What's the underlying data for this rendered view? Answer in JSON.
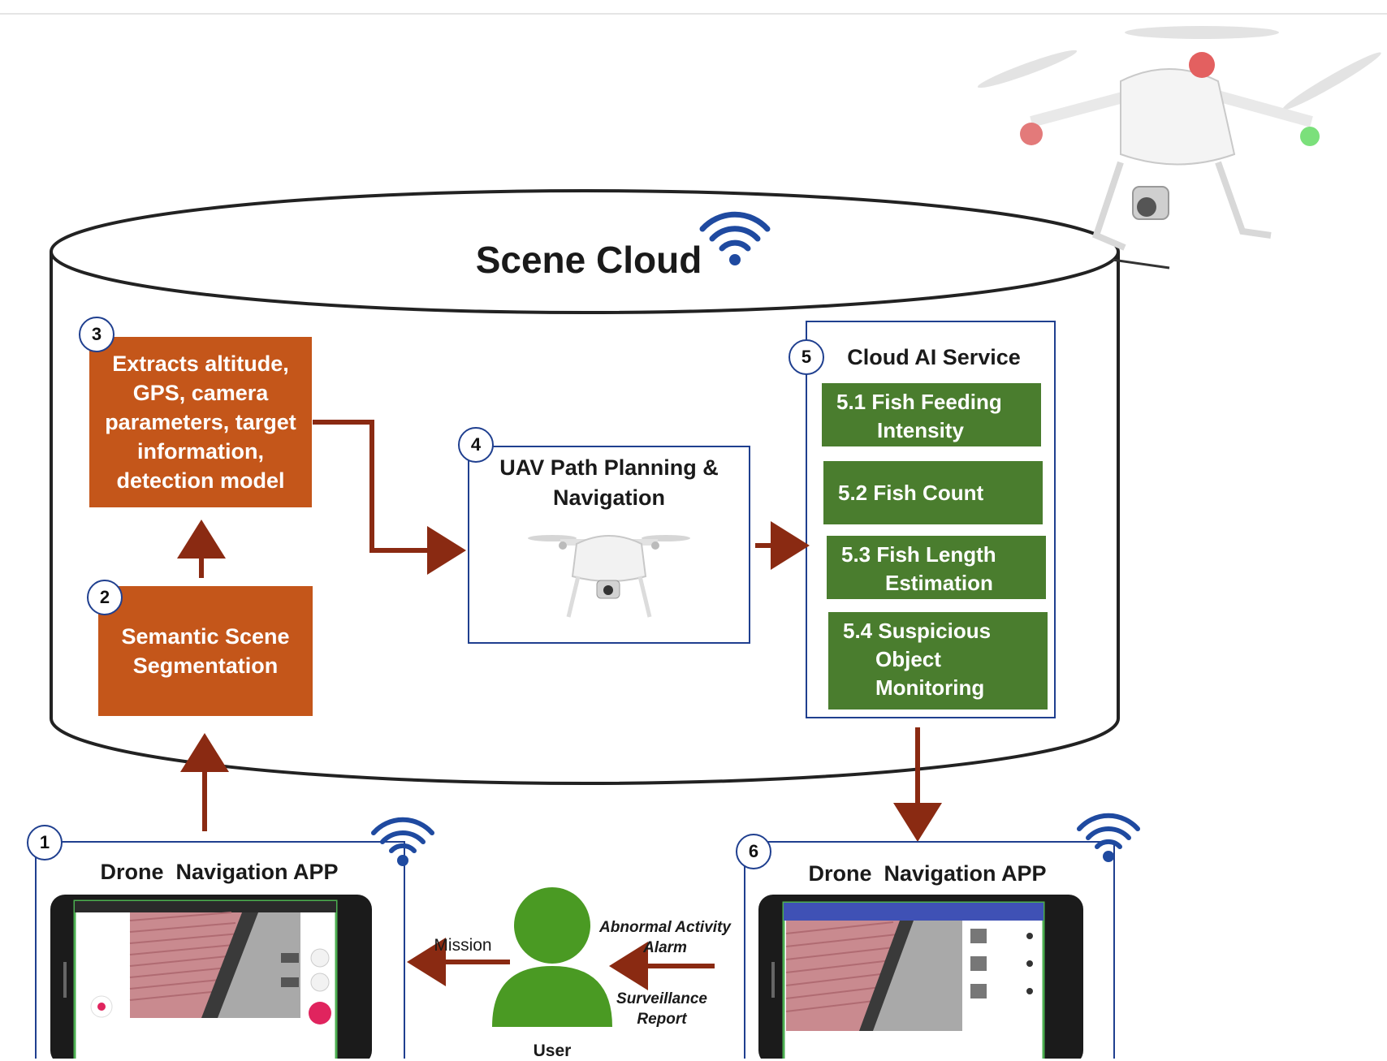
{
  "title": "Scene Cloud",
  "steps": {
    "s1": {
      "num": "1",
      "label": "Drone  Navigation APP"
    },
    "s2": {
      "num": "2",
      "label": "Semantic Scene Segmentation"
    },
    "s3": {
      "num": "3",
      "lines": [
        "Extracts altitude,",
        "GPS, camera",
        "parameters, target",
        "information,",
        "detection model"
      ]
    },
    "s4": {
      "num": "4",
      "lines": [
        "UAV Path Planning &",
        "Navigation"
      ]
    },
    "s5": {
      "num": "5",
      "label": "Cloud AI Service",
      "items": [
        {
          "lines": [
            "5.1 Fish Feeding",
            "Intensity"
          ]
        },
        {
          "lines": [
            "5.2 Fish Count"
          ]
        },
        {
          "lines": [
            "5.3 Fish Length",
            "Estimation"
          ]
        },
        {
          "lines": [
            "5.4 Suspicious",
            "Object",
            "Monitoring"
          ]
        }
      ]
    },
    "s6": {
      "num": "6",
      "label": "Drone  Navigation APP"
    }
  },
  "user": {
    "label": "User",
    "mission": "Mission",
    "alarm_lines": [
      "Abnormal Activity",
      "Alarm"
    ],
    "report_lines": [
      "Surveillance",
      "Report"
    ]
  },
  "colors": {
    "orange": "#c4561a",
    "green": "#4a7d2e",
    "arrow": "#8a2a12",
    "border_blue": "#1f3f8f",
    "wifi": "#1f4aa0",
    "user_green": "#4a9a23"
  }
}
